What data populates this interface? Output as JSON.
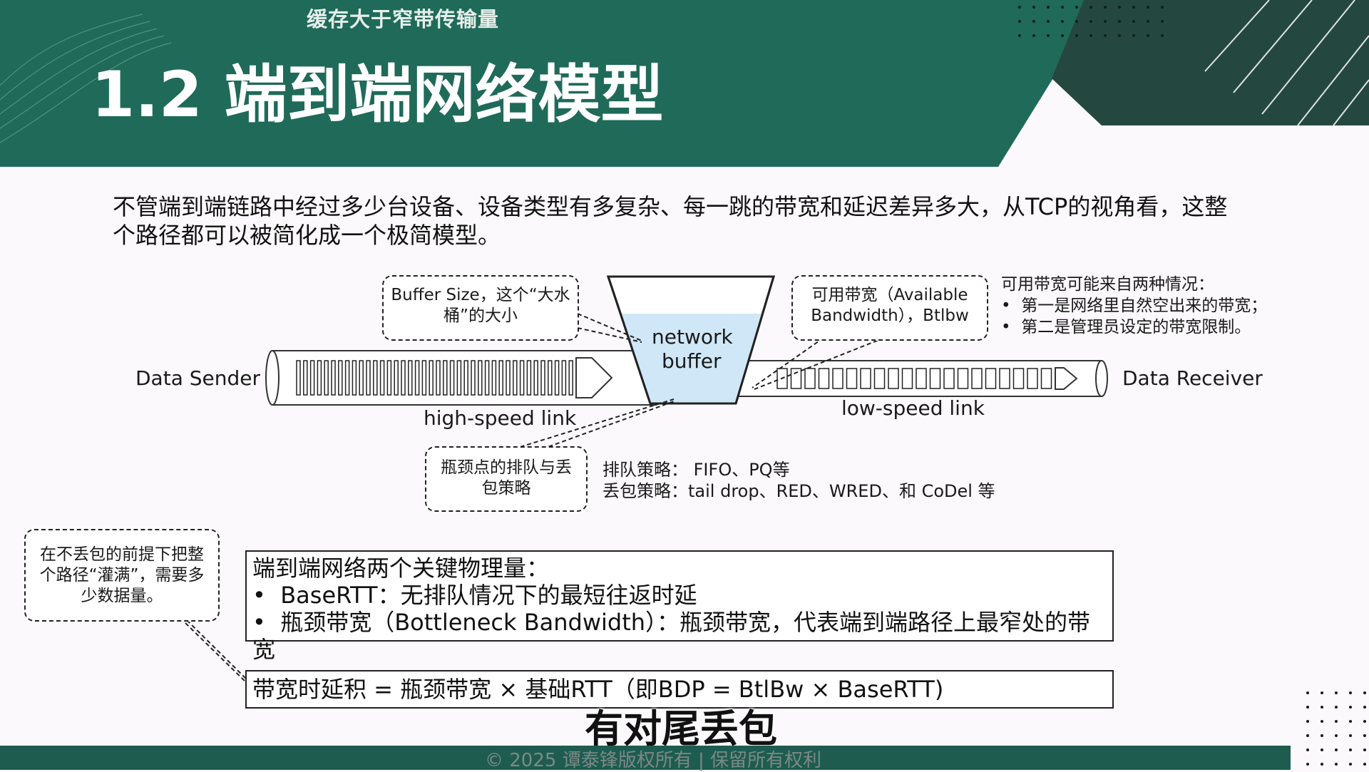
{
  "header": {
    "supertitle": "缓存大于窄带传输量",
    "title": "1.2 端到端网络模型",
    "colors": {
      "primary": "#1e6e5c",
      "dark": "#234c44",
      "accent": "#2f8b73"
    }
  },
  "intro": "不管端到端链路中经过多少台设备、设备类型有多复杂、每一跳的带宽和延迟差异多大，从TCP的视角看，这整个路径都可以被简化成一个极简模型。",
  "diagram": {
    "sender_label": "Data Sender",
    "receiver_label": "Data Receiver",
    "buffer_label_line1": "network",
    "buffer_label_line2": "buffer",
    "high_speed_label": "high-speed link",
    "low_speed_label": "low-speed link",
    "buffer_size_note": "Buffer Size，这个“大水桶”的大小",
    "available_bw_note": "可用带宽（Available Bandwidth），Btlbw",
    "bottleneck_note": "瓶颈点的排队与丢包策略",
    "full_path_note": "在不丢包的前提下把整个路径“灌满”，需要多少数据量。"
  },
  "available_bw_sources": {
    "heading": "可用带宽可能来自两种情况：",
    "items": [
      "第一是网络里自然空出来的带宽；",
      "第二是管理员设定的带宽限制。"
    ]
  },
  "strategy": {
    "queue": "排队策略：  FIFO、PQ等",
    "drop": "丢包策略：tail drop、RED、WRED、和 CoDel 等"
  },
  "key_quantities": {
    "heading": "端到端网络两个关键物理量：",
    "items": [
      "BaseRTT：无排队情况下的最短往返时延",
      "瓶颈带宽（Bottleneck Bandwidth）：瓶颈带宽，代表端到端路径上最窄处的带宽"
    ]
  },
  "formula": "带宽时延积 = 瓶颈带宽 × 基础RTT（即BDP = BtlBw × BaseRTT)",
  "video_subtitle": "有对尾丢包",
  "footer": {
    "copyright": "© 2025 谭泰锋版权所有 | 保留所有权利"
  }
}
